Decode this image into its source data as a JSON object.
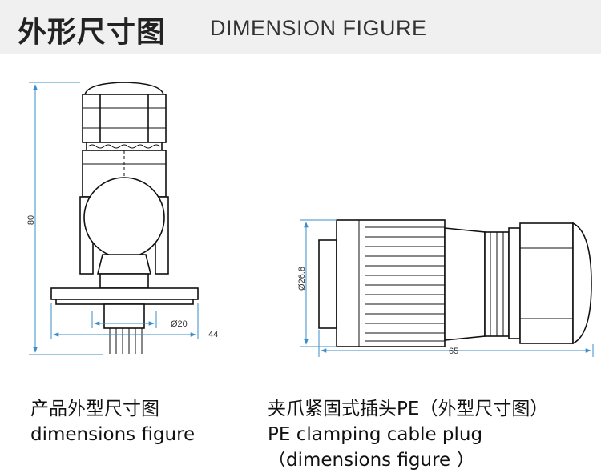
{
  "header": {
    "title_cn": "外形尺寸图",
    "title_en": "DIMENSION FIGURE"
  },
  "left_view": {
    "dim_height": "80",
    "dim_diameter": "Ø20",
    "dim_width": "44"
  },
  "right_view": {
    "dim_diameter": "Ø26.8",
    "dim_length": "65"
  },
  "captions": {
    "left_line1": "产品外型尺寸图",
    "left_line2": "dimensions figure",
    "right_line1": "夹爪紧固式插头PE（外型尺寸图）",
    "right_line2": "PE  clamping cable plug",
    "right_line3": "（dimensions figure ）"
  },
  "colors": {
    "dimension_line": "#3a8ec8",
    "outline": "#111111",
    "header_bg": "#f0f0f0"
  }
}
